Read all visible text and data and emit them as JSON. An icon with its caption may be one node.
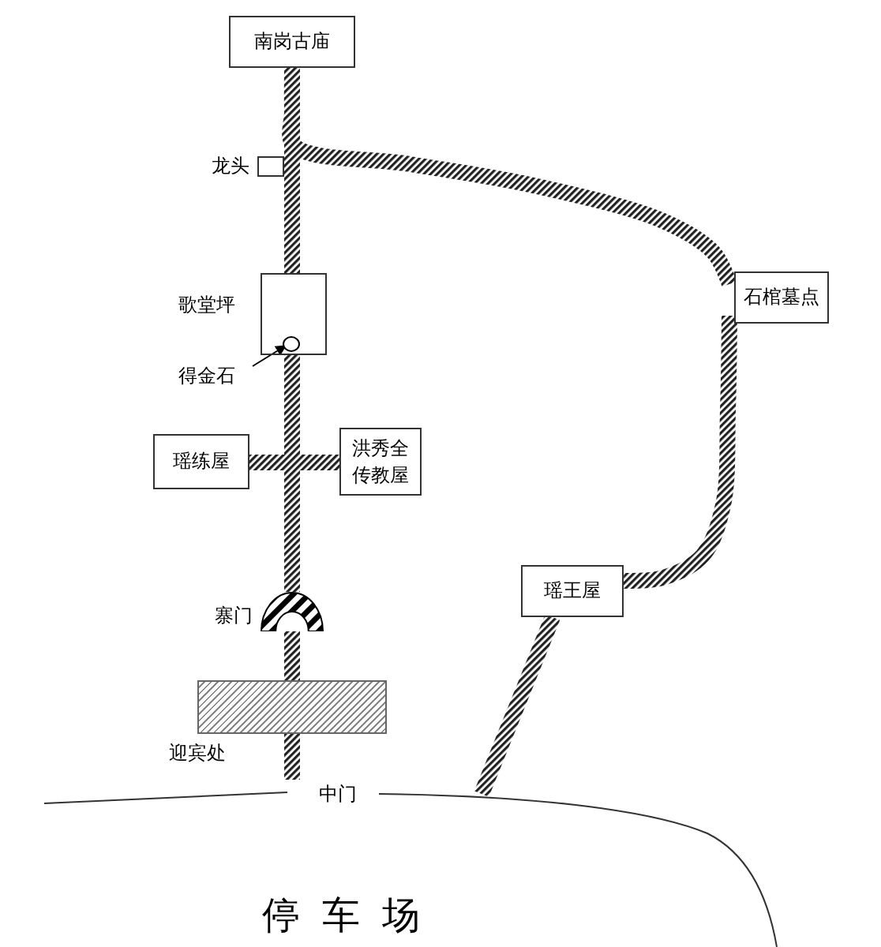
{
  "diagram": {
    "nodes": [
      {
        "text": [
          "南岗古庙"
        ]
      },
      {
        "text": [],
        "shape": "box",
        "beside": [
          "龙头"
        ]
      },
      {
        "text": [
          "石棺墓点"
        ]
      },
      {
        "text": [
          "歌堂坪"
        ]
      },
      {
        "text": [],
        "shape": "circle",
        "in": 3
      },
      {
        "text": [
          "得金石"
        ]
      },
      {
        "text": [
          "瑶练屋"
        ]
      },
      {
        "text": [
          "洪秀全传教屋"
        ]
      },
      {
        "text": [
          "瑶王屋"
        ]
      },
      {
        "text": [],
        "shape": "arch",
        "beside": [
          "寨门"
        ]
      },
      {
        "text": [],
        "shape": "box",
        "beside": [
          "迎宾处"
        ]
      },
      {
        "text": [
          "中门"
        ]
      }
    ],
    "edges": [
      {
        "from": 0,
        "to": 3,
        "arrow": "none",
        "style": "thick"
      },
      {
        "from": 3,
        "to": 9,
        "arrow": "none",
        "style": "thick"
      },
      {
        "from": 9,
        "to": 10,
        "arrow": "none",
        "style": "thick"
      },
      {
        "from": 10,
        "to": 11,
        "arrow": "none",
        "style": "thick"
      },
      {
        "from": 6,
        "to": 7,
        "arrow": "none",
        "style": "thick"
      },
      {
        "from": 0,
        "to": 2,
        "arrow": "none",
        "style": "thick"
      },
      {
        "from": 2,
        "to": 8,
        "arrow": "none",
        "style": "thick"
      },
      {
        "from": 8,
        "to": null,
        "arrow": "none",
        "style": "thick"
      },
      {
        "from": 5,
        "to": 4,
        "arrow": "to"
      }
    ],
    "labels": [
      "停车场"
    ]
  }
}
